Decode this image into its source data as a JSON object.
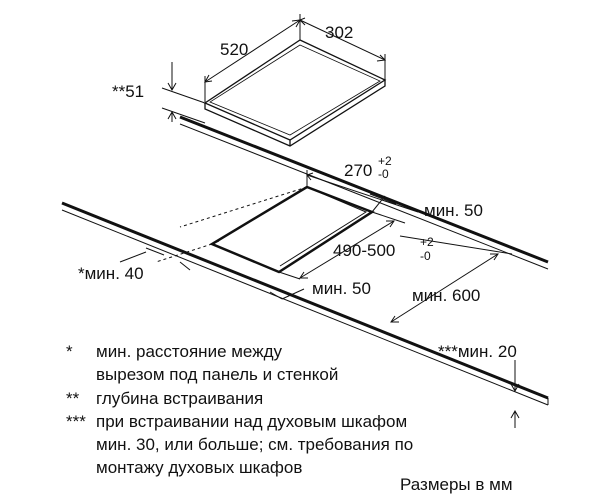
{
  "dimensions": {
    "length": "520",
    "width": "302",
    "depth": "**51",
    "cutout_depth": "270",
    "cutout_depth_tol_plus": "+2",
    "cutout_depth_tol_minus": "-0",
    "cutout_width": "490-500",
    "cutout_width_tol_plus": "+2",
    "cutout_width_tol_minus": "-0",
    "rear_min": "мин. 50",
    "side_min": "*мин. 40",
    "front_min": "мин. 50",
    "neighbor_min": "мин. 600",
    "worktop_min": "***мин. 20"
  },
  "notes": [
    {
      "mark": "*",
      "lines": [
        "мин. расстояние между",
        "вырезом под панель и стенкой"
      ]
    },
    {
      "mark": "**",
      "lines": [
        "глубина встраивания"
      ]
    },
    {
      "mark": "***",
      "lines": [
        "при встраивании над духовым шкафом",
        "мин. 30, или больше; см. требования по",
        "монтажу духовых шкафов"
      ]
    }
  ],
  "units_note": "Размеры в мм"
}
